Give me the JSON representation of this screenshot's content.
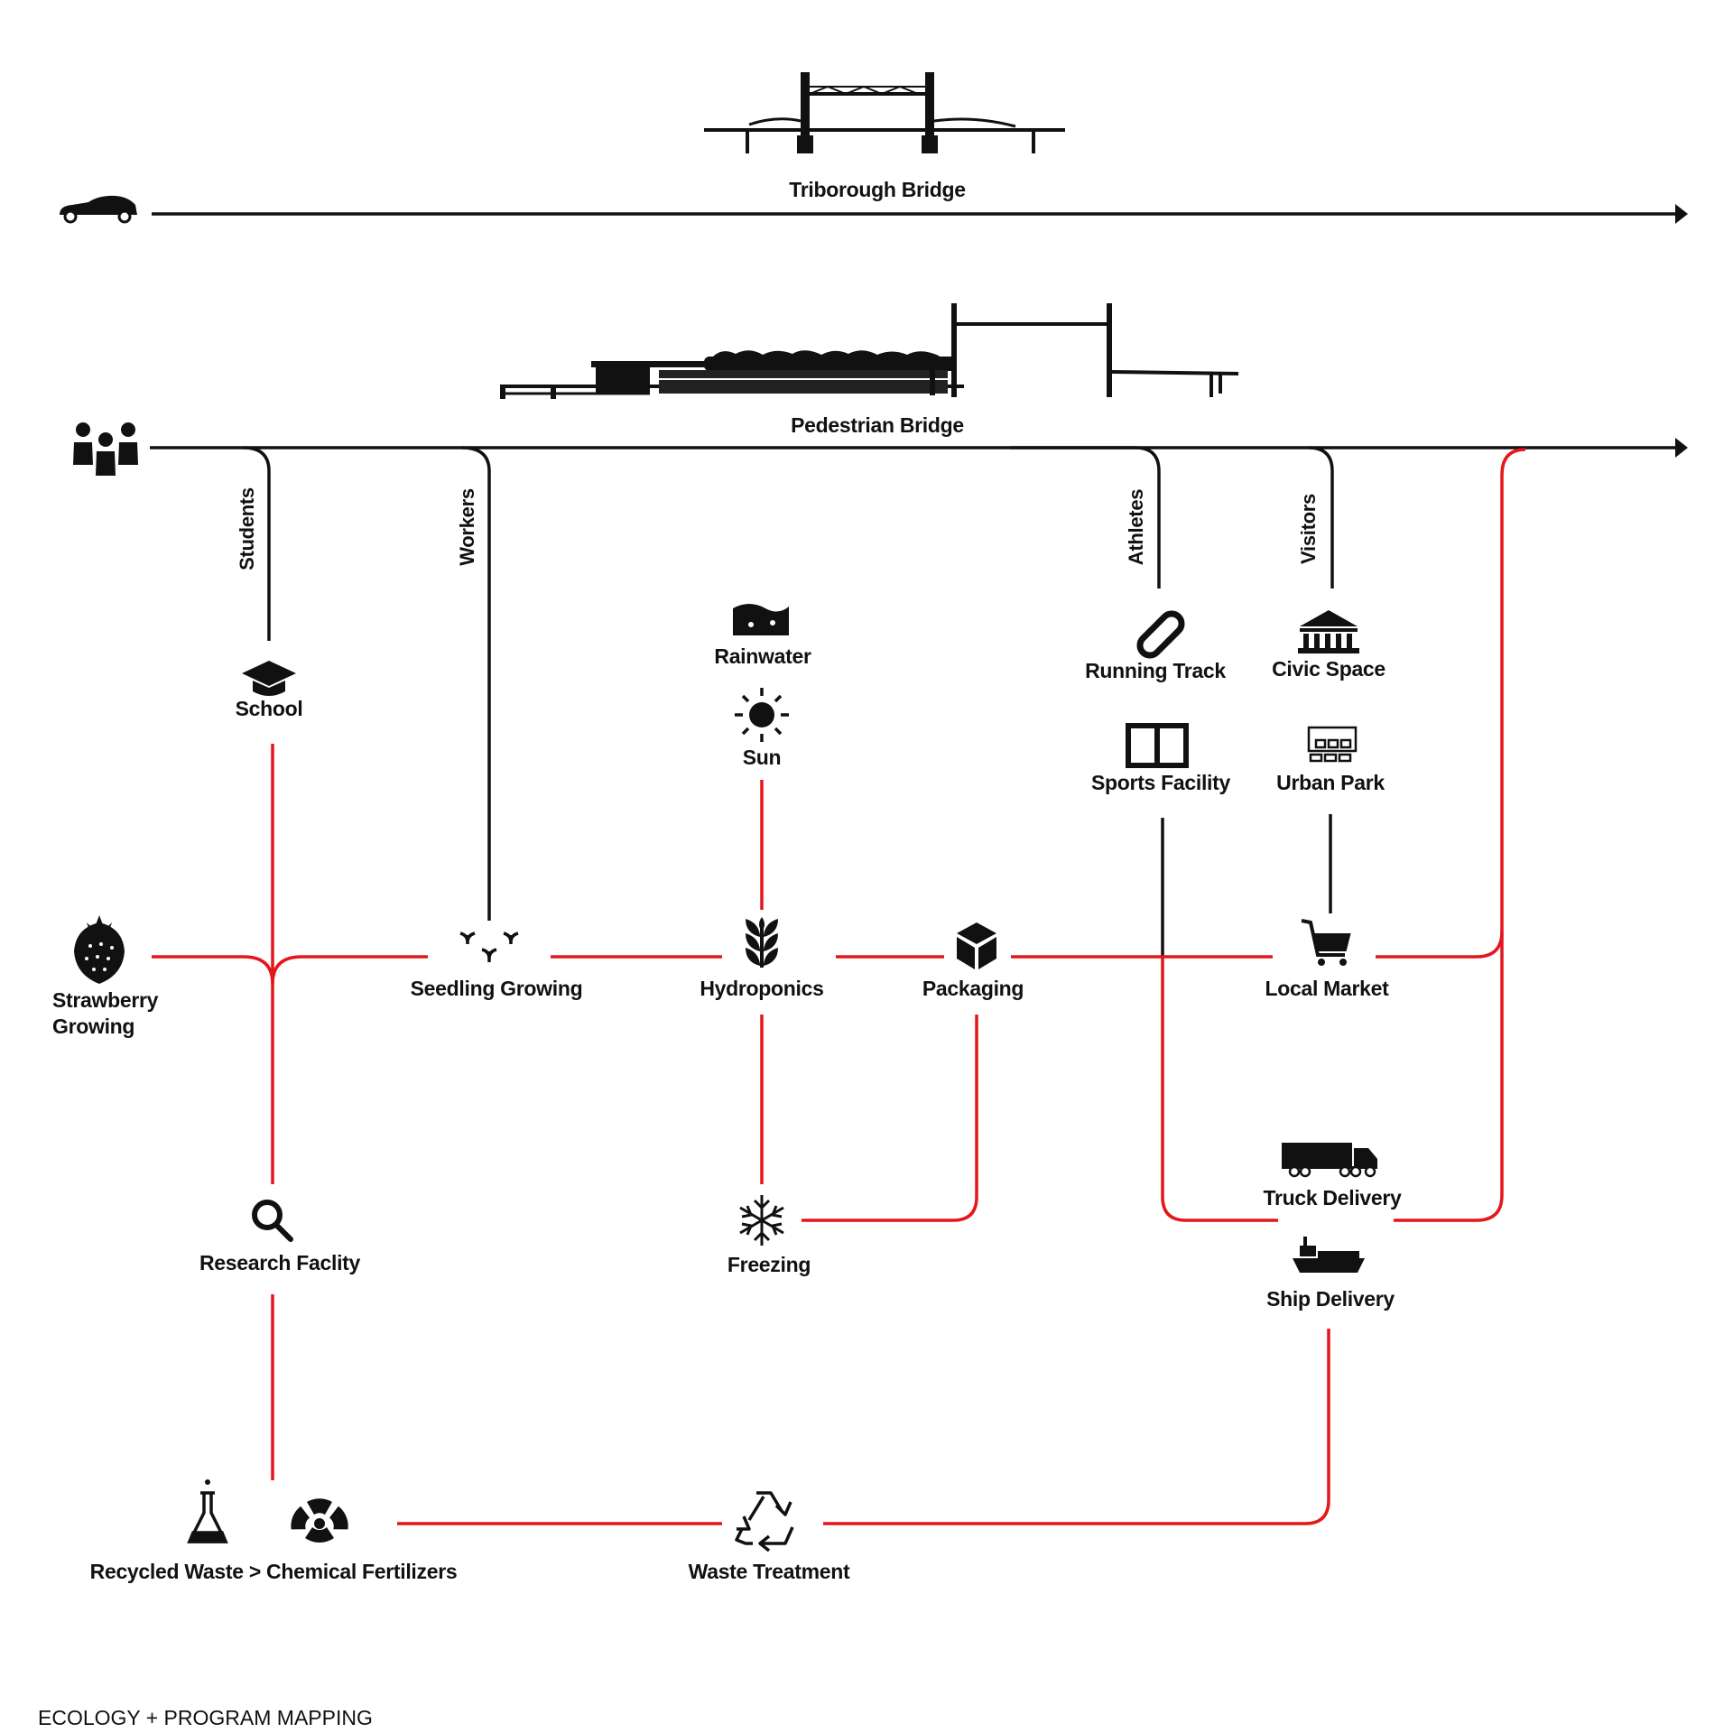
{
  "diagram": {
    "footer_title": "ECOLOGY + PROGRAM MAPPING",
    "roads": {
      "triborough": "Triborough Bridge",
      "pedestrian": "Pedestrian Bridge"
    },
    "user_groups": {
      "students": "Students",
      "workers": "Workers",
      "athletes": "Athletes",
      "visitors": "Visitors"
    },
    "nodes": {
      "school": "School",
      "rainwater": "Rainwater",
      "sun": "Sun",
      "running_track": "Running Track",
      "civic_space": "Civic Space",
      "sports_facility": "Sports Facility",
      "urban_park": "Urban Park",
      "strawberry_line1": "Strawberry",
      "strawberry_line2": "Growing",
      "seedling": "Seedling Growing",
      "hydroponics": "Hydroponics",
      "packaging": "Packaging",
      "local_market": "Local Market",
      "truck": "Truck Delivery",
      "ship": "Ship Delivery",
      "research": "Research Faclity",
      "freezing": "Freezing",
      "recycled": "Recycled Waste > Chemical Fertilizers",
      "waste": "Waste Treatment"
    },
    "colors": {
      "flow_red": "#e4161b",
      "ink": "#111111"
    },
    "icons": [
      "car-icon",
      "people-icon",
      "school-icon",
      "rain-icon",
      "sun-icon",
      "track-icon",
      "civic-icon",
      "sports-icon",
      "park-icon",
      "strawberry-icon",
      "seedling-icon",
      "plant-icon",
      "box-icon",
      "cart-icon",
      "truck-icon",
      "ship-icon",
      "magnifier-icon",
      "flask-icon",
      "radiation-icon",
      "snowflake-icon",
      "recycle-icon"
    ]
  }
}
